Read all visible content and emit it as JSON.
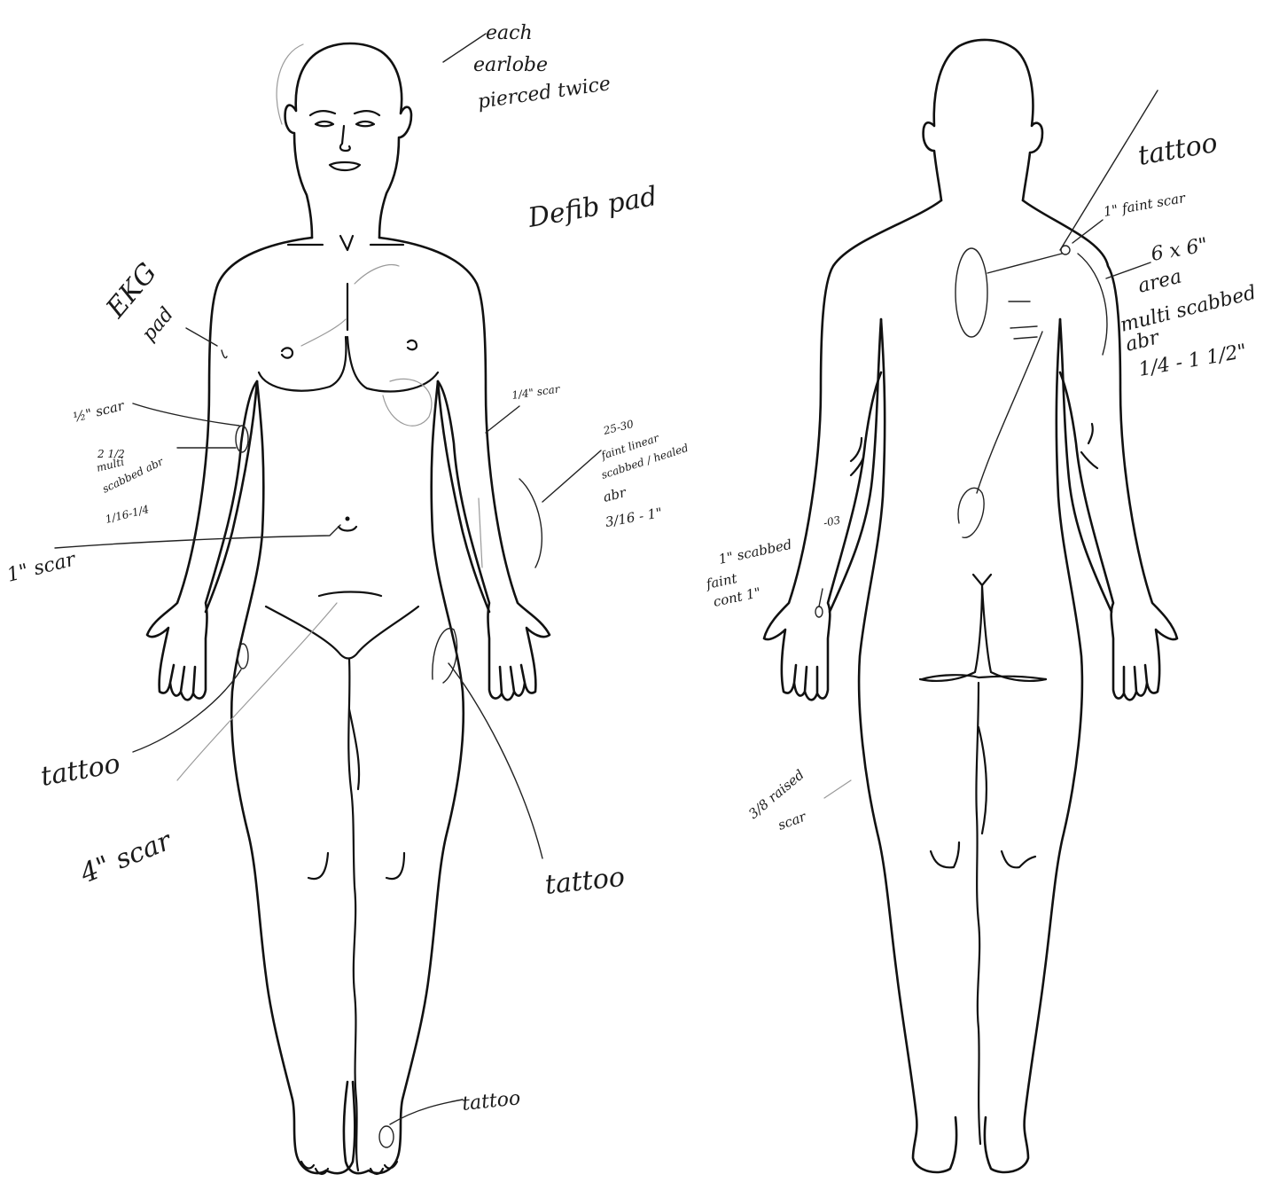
{
  "annotations": {
    "head_note_1": "each",
    "head_note_2": "earlobe",
    "head_note_3": "pierced twice",
    "defib_pad": "Defib pad",
    "ekg_pad_1": "EKG",
    "ekg_pad_2": "pad",
    "half_inch_scar": "½\" scar",
    "half_inch_scar_2": "1/4\" scar",
    "scabbed_abr_1": "2 1/2",
    "scabbed_abr_2": "multi",
    "scabbed_abr_3": "scabbed abr",
    "scabbed_abr_4": "1/16-1/4",
    "one_inch_scar": "1\" scar",
    "forearm_note_1": "25-30",
    "forearm_note_2": "faint linear",
    "forearm_note_3": "scabbed / healed",
    "forearm_note_4": "abr",
    "forearm_note_5": "3/16 - 1\"",
    "tattoo_left_hip": "tattoo",
    "four_inch_scar": "4\" scar",
    "tattoo_right_thigh": "tattoo",
    "tattoo_ankle": "tattoo",
    "back_tattoo": "tattoo",
    "back_faint_scar": "1\" faint scar",
    "back_size": "6 x 6\"",
    "back_area_1": "area",
    "back_area_2": "multi scabbed",
    "back_area_3": "abr",
    "back_area_4": "1/4 - 1 1/2\"",
    "back_wrist_1": "1\" scabbed",
    "back_wrist_2": "faint",
    "back_wrist_3": "cont 1\"",
    "back_wrist_4": "-03",
    "back_knee_1": "3/8 raised",
    "back_knee_2": "scar"
  }
}
